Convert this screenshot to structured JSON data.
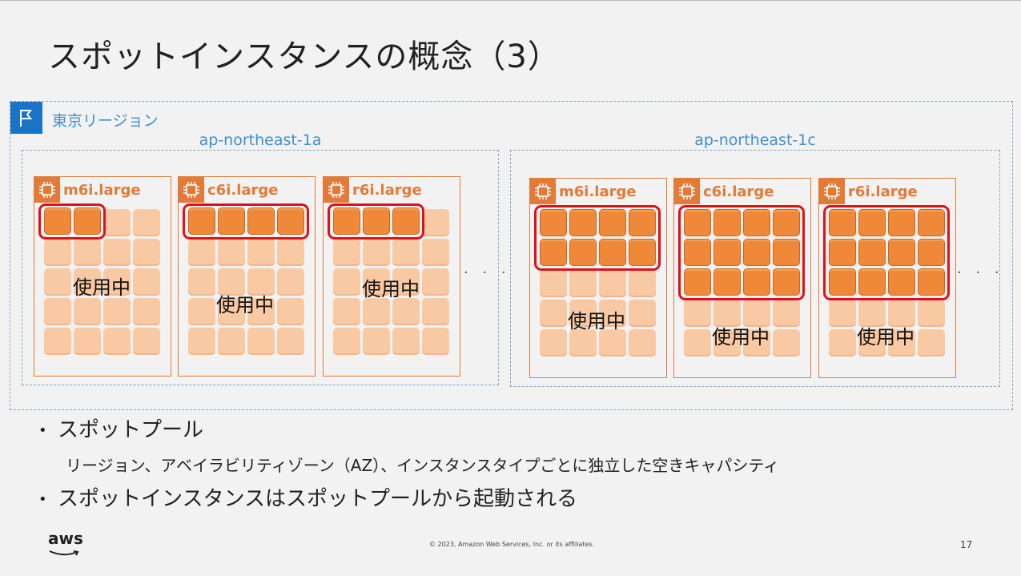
{
  "slide": {
    "title": "スポットインスタンスの概念（3）",
    "footer": "© 2023, Amazon Web Services, Inc. or its affiliates.",
    "page_number": "17",
    "logo_text": "aws"
  },
  "region": {
    "label": "東京リージョン",
    "icon": "flag-icon",
    "zones": [
      {
        "label": "ap-northeast-1a",
        "more": "· · ·",
        "instances": [
          {
            "type": "m6i.large",
            "used_slots": 2,
            "total_slots": 20,
            "status": "使用中"
          },
          {
            "type": "c6i.large",
            "used_slots": 4,
            "total_slots": 20,
            "status": "使用中"
          },
          {
            "type": "r6i.large",
            "used_slots": 3,
            "total_slots": 20,
            "status": "使用中"
          }
        ]
      },
      {
        "label": "ap-northeast-1c",
        "more": "· · ·",
        "instances": [
          {
            "type": "m6i.large",
            "used_slots": 8,
            "total_slots": 20,
            "status": "使用中"
          },
          {
            "type": "c6i.large",
            "used_slots": 12,
            "total_slots": 20,
            "status": "使用中"
          },
          {
            "type": "r6i.large",
            "used_slots": 12,
            "total_slots": 20,
            "status": "使用中"
          }
        ]
      }
    ]
  },
  "bullets": {
    "b1": "スポットプール",
    "b1_sub": "リージョン、アベイラビリティゾーン（AZ）、インスタンスタイプごとに独立した空きキャパシティ",
    "b2": "スポットインスタンスはスポットプールから起動される"
  },
  "colors": {
    "accent_orange": "#e07b39",
    "highlight_red": "#e0101a",
    "region_blue": "#1a73c6"
  }
}
